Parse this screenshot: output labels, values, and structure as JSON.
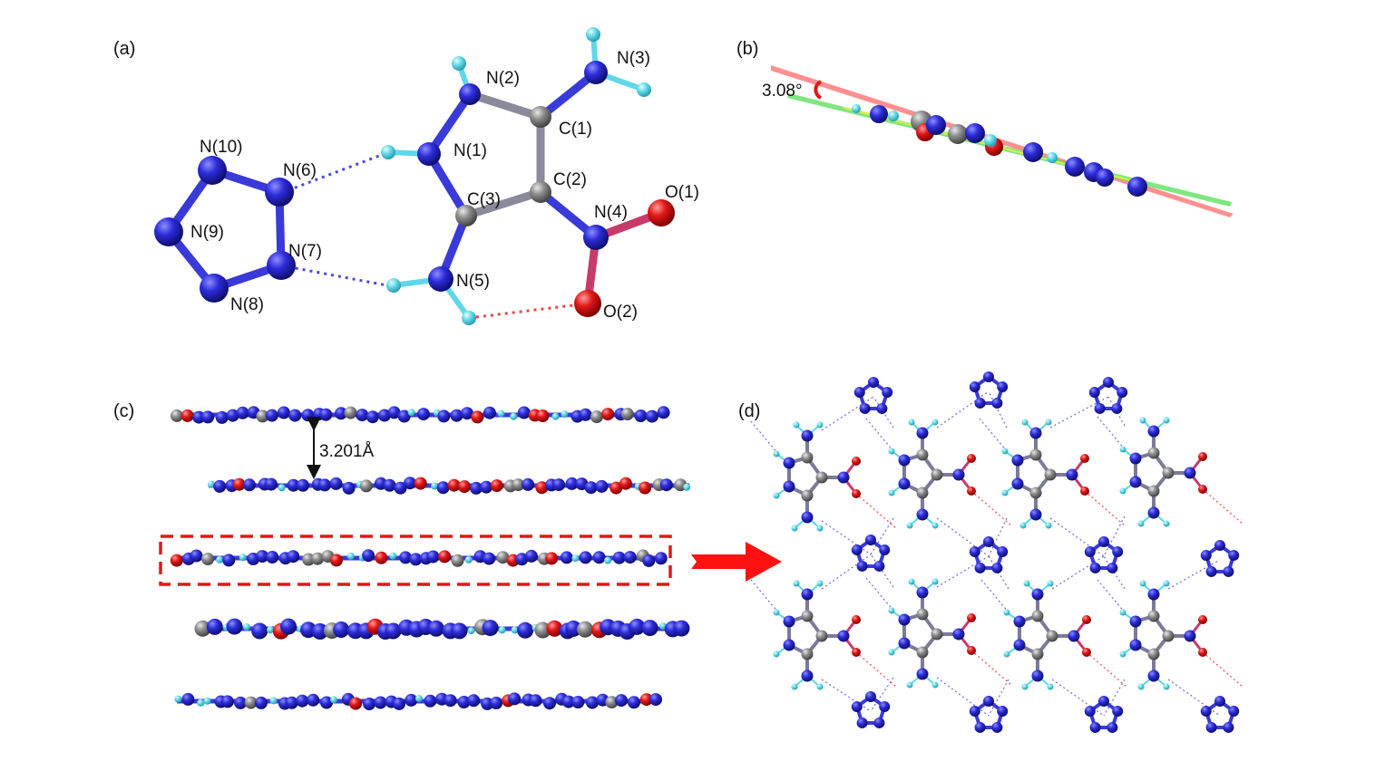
{
  "panels": [
    {
      "id": "a",
      "label": "(a)"
    },
    {
      "id": "b",
      "label": "(b)"
    },
    {
      "id": "c",
      "label": "(c)"
    },
    {
      "id": "d",
      "label": "(d)"
    }
  ],
  "atom_labels": {
    "N1": "N(1)",
    "N2": "N(2)",
    "N3": "N(3)",
    "N4": "N(4)",
    "N5": "N(5)",
    "N6": "N(6)",
    "N7": "N(7)",
    "N8": "N(8)",
    "N9": "N(9)",
    "N10": "N(10)",
    "C1": "C(1)",
    "C2": "C(2)",
    "C3": "C(3)",
    "O1": "O(1)",
    "O2": "O(2)"
  },
  "angle_label": "3.08°",
  "spacing_label": "3.201Å",
  "colors": {
    "nitrogen": "#2c2cd8",
    "carbon": "#8c8c8c",
    "oxygen": "#e01818",
    "hydrogen": "#5fd7e8",
    "hbond_blue": "#4a4ad8",
    "hbond_red": "#e84848",
    "arrow": "#ff1111",
    "dashed_box": "#e01818",
    "plane_red": "#ff6b6b",
    "plane_green": "#55dd55",
    "plane_yellow": "#ddee44"
  },
  "icons": {
    "arrow": "arrow-right-icon",
    "double_arrow": "double-arrow-icon",
    "angle_marker": "angle-arc-icon"
  }
}
